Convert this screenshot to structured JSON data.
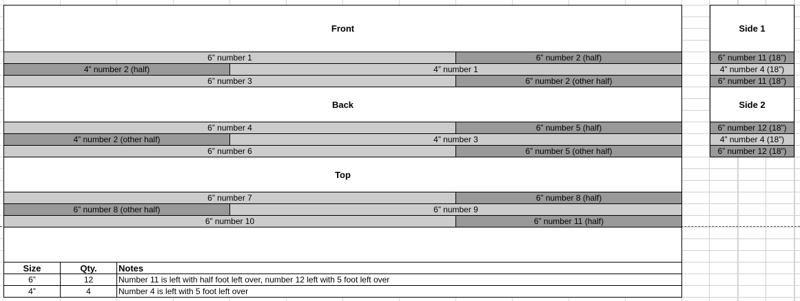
{
  "front": {
    "title": "Front",
    "rows": [
      {
        "left": "6” number 1",
        "right": "6” number 2 (half)"
      },
      {
        "left": "4” number 2 (half)",
        "right": "4” number 1"
      },
      {
        "left": "6” number 3",
        "right": "6” number 2 (other half)"
      }
    ]
  },
  "back": {
    "title": "Back",
    "rows": [
      {
        "left": "6” number 4",
        "right": "6” number 5 (half)"
      },
      {
        "left": "4” number 2 (other half)",
        "right": "4” number 3"
      },
      {
        "left": "6” number 6",
        "right": "6” number 5 (other half)"
      }
    ]
  },
  "top": {
    "title": "Top",
    "rows": [
      {
        "left": "6” number 7",
        "right": "6” number 8 (half)"
      },
      {
        "left": "6” number 8 (other half)",
        "right": "6” number 9"
      },
      {
        "left": "6” number 10",
        "right": "6” number 11 (half)"
      }
    ]
  },
  "side1": {
    "title": "Side 1",
    "rows": [
      "6” number 11 (18”)",
      "4” number 4 (18”)",
      "6” number 11 (18”)"
    ]
  },
  "side2": {
    "title": "Side 2",
    "rows": [
      "6” number 12 (18”)",
      "4” number 4 (18”)",
      "6” number 12 (18”)"
    ]
  },
  "summary": {
    "headers": {
      "size": "Size",
      "qty": "Qty.",
      "notes": "Notes"
    },
    "rows": [
      {
        "size": "6”",
        "qty": "12",
        "notes": "Number 11 is left with half foot left over, number 12 left with 5 foot left over"
      },
      {
        "size": "4”",
        "qty": "4",
        "notes": "Number 4 is left with 5 foot left over"
      }
    ]
  },
  "colors": {
    "light_fill": "#cccccc",
    "dark_fill": "#999999",
    "grid": "#d8d8d8"
  }
}
